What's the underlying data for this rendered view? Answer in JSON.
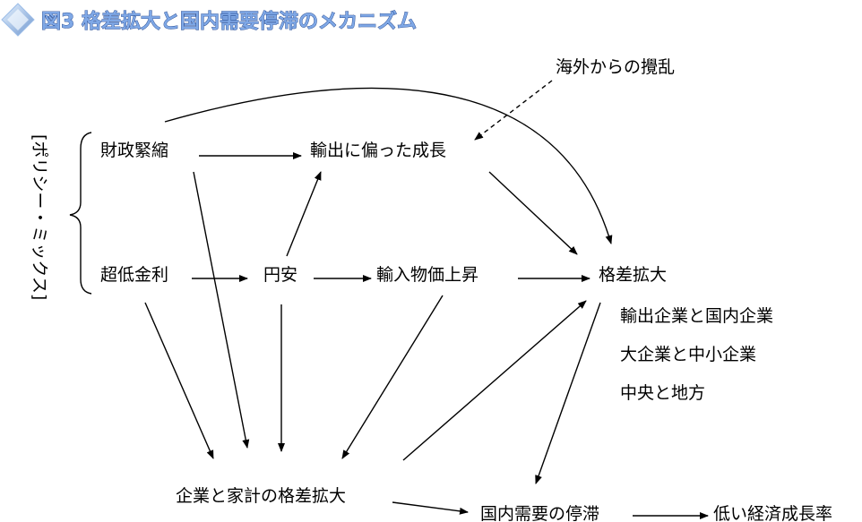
{
  "title": "図3  格差拡大と国内需要停滞のメカニズム",
  "policy_mix_label": "[ポリシー・ミックス]",
  "nodes": {
    "fiscal_tightening": "財政緊縮",
    "ultra_low_rate": "超低金利",
    "export_growth": "輸出に偏った成長",
    "external_disturbance": "海外からの攪乱",
    "weak_yen": "円安",
    "import_price_rise": "輸入物価上昇",
    "disparity_expansion": "格差拡大",
    "corp_household_gap": "企業と家計の格差拡大",
    "domestic_demand_stagnation": "国内需要の停滞",
    "low_growth": "低い経済成長率"
  },
  "disparity_details": [
    "輸出企業と国内企業",
    "大企業と中小企業",
    "中央と地方"
  ]
}
